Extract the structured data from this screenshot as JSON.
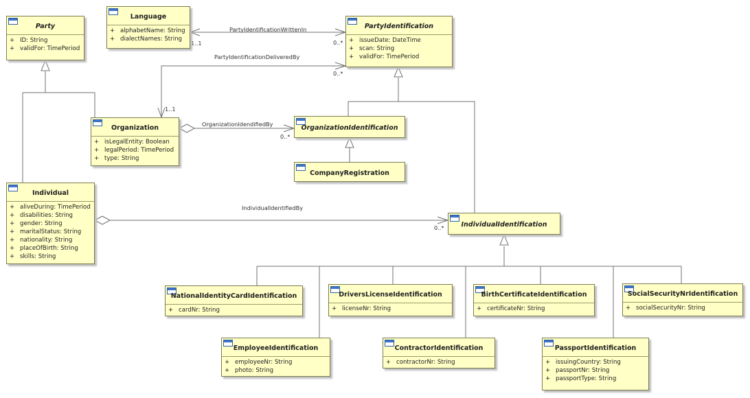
{
  "classes": {
    "party": {
      "name": "Party",
      "attrs": [
        {
          "v": "+",
          "t": "ID: String"
        },
        {
          "v": "+",
          "t": "validFor: TimePeriod"
        }
      ]
    },
    "language": {
      "name": "Language",
      "attrs": [
        {
          "v": "+",
          "t": "alphabetName: String"
        },
        {
          "v": "+",
          "t": "dialectNames: String"
        }
      ]
    },
    "party_identification": {
      "name": "PartyIdentification",
      "attrs": [
        {
          "v": "+",
          "t": "issueDate: DateTime"
        },
        {
          "v": "+",
          "t": "scan: String"
        },
        {
          "v": "+",
          "t": "validFor: TimePeriod"
        }
      ]
    },
    "organization": {
      "name": "Organization",
      "attrs": [
        {
          "v": "+",
          "t": "isLegalEntity: Boolean"
        },
        {
          "v": "+",
          "t": "legalPeriod: TimePeriod"
        },
        {
          "v": "+",
          "t": "type: String"
        }
      ]
    },
    "organization_identification": {
      "name": "OrganizationIdentification",
      "attrs": []
    },
    "company_registration": {
      "name": "CompanyRegistration",
      "attrs": []
    },
    "individual": {
      "name": "Individual",
      "attrs": [
        {
          "v": "+",
          "t": "aliveDuring: TimePeriod"
        },
        {
          "v": "+",
          "t": "disabilities: String"
        },
        {
          "v": "+",
          "t": "gender: String"
        },
        {
          "v": "+",
          "t": "maritalStatus: String"
        },
        {
          "v": "+",
          "t": "nationality: String"
        },
        {
          "v": "+",
          "t": "placeOfBirth: String"
        },
        {
          "v": "+",
          "t": "skills: String"
        }
      ]
    },
    "individual_identification": {
      "name": "IndividualIdentification",
      "attrs": []
    },
    "national_identity_card_identification": {
      "name": "NationalIdentityCardIdentification",
      "attrs": [
        {
          "v": "+",
          "t": "cardNr: String"
        }
      ]
    },
    "drivers_license_identification": {
      "name": "DriversLicenseIdentification",
      "attrs": [
        {
          "v": "+",
          "t": "licenseNr: String"
        }
      ]
    },
    "birth_certificate_identification": {
      "name": "BirthCertificateIdentification",
      "attrs": [
        {
          "v": "+",
          "t": "certificateNr: String"
        }
      ]
    },
    "social_security_nr_identification": {
      "name": "SocialSecurityNrIdentification",
      "attrs": [
        {
          "v": "+",
          "t": "socialSecurityNr: String"
        }
      ]
    },
    "employee_identification": {
      "name": "EmployeeIdentification",
      "attrs": [
        {
          "v": "+",
          "t": "employeeNr: String"
        },
        {
          "v": "+",
          "t": "photo: String"
        }
      ]
    },
    "contractor_identification": {
      "name": "ContractorIdentification",
      "attrs": [
        {
          "v": "+",
          "t": "contractorNr: String"
        }
      ]
    },
    "passport_identification": {
      "name": "PassportIdentification",
      "attrs": [
        {
          "v": "+",
          "t": "issuingCountry: String"
        },
        {
          "v": "+",
          "t": "passportNr: String"
        },
        {
          "v": "+",
          "t": "passportType: String"
        }
      ]
    }
  },
  "associations": {
    "written_in": {
      "name": "PartyIdentificationWrittenIn",
      "mult_source": "1..1",
      "mult_target": "0..*"
    },
    "delivered_by": {
      "name": "PartyIdentificationDeliveredBy",
      "mult_source": "1..1",
      "mult_target": "0..*"
    },
    "org_identified_by": {
      "name": "OrganizationIdendifiedBy",
      "mult_target": "0..*"
    },
    "ind_identified_by": {
      "name": "IndividualIdentifiedBy",
      "mult_target": "0..*"
    }
  }
}
